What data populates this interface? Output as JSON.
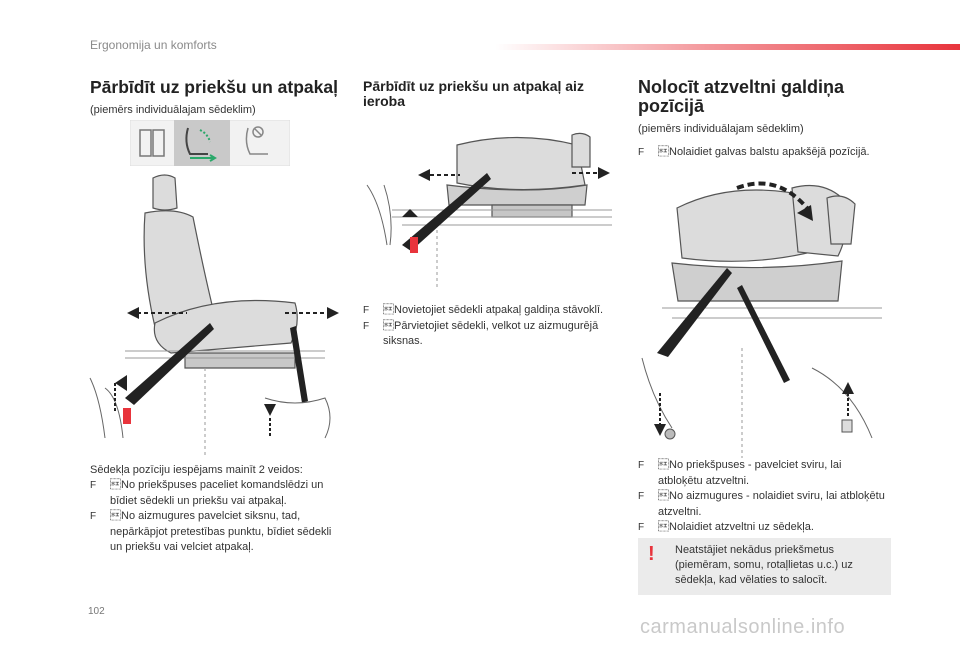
{
  "header": {
    "section_title": "Ergonomija un komforts"
  },
  "col1": {
    "heading": "Pārbīdīt uz priekšu un atpakaļ",
    "note": "(piemērs individuālajam sēdeklim)",
    "intro": "Sēdekļa pozīciju iespējams mainīt 2 veidos:",
    "bullets": [
      "No priekšpuses paceliet komandslēdzi un bīdiet sēdekli un priekšu vai atpakaļ.",
      "No aizmugures pavelciet siksnu, tad, nepārkāpjot pretestības punktu, bīdiet sēdekli un priekšu vai velciet atpakaļ."
    ]
  },
  "col2": {
    "heading": "Pārbīdīt uz priekšu un atpakaļ aiz ieroba",
    "bullets": [
      "Novietojiet sēdekli atpakaļ galdiņa stāvoklī.",
      "Pārvietojiet sēdekli, velkot uz aizmugurējā siksnas."
    ]
  },
  "col3": {
    "heading": "Nolocīt atzveltni galdiņa pozīcijā",
    "note": "(piemērs individuālajam sēdeklim)",
    "bullet_top": "Nolaidiet galvas balstu apakšējā pozīcijā.",
    "bullets": [
      "No priekšpuses - pavelciet sviru, lai atbloķētu atzveltni.",
      "No aizmugures - nolaidiet sviru, lai atbloķētu atzveltni.",
      "Nolaidiet atzveltni uz sēdekļa."
    ],
    "warning": {
      "mark": "!",
      "text": "Neatstājiet nekādus priekšmetus (piemēram, somu, rotaļlietas u.c.) uz sēdekļa, kad vēlaties to salocīt."
    }
  },
  "bullet_glyph": "F",
  "footer": {
    "page_number": "102",
    "watermark": "carmanualsonline.info"
  },
  "colors": {
    "accent": "#e8343c",
    "warning_bg": "#ebebeb",
    "header_text": "#8a8a8a"
  }
}
